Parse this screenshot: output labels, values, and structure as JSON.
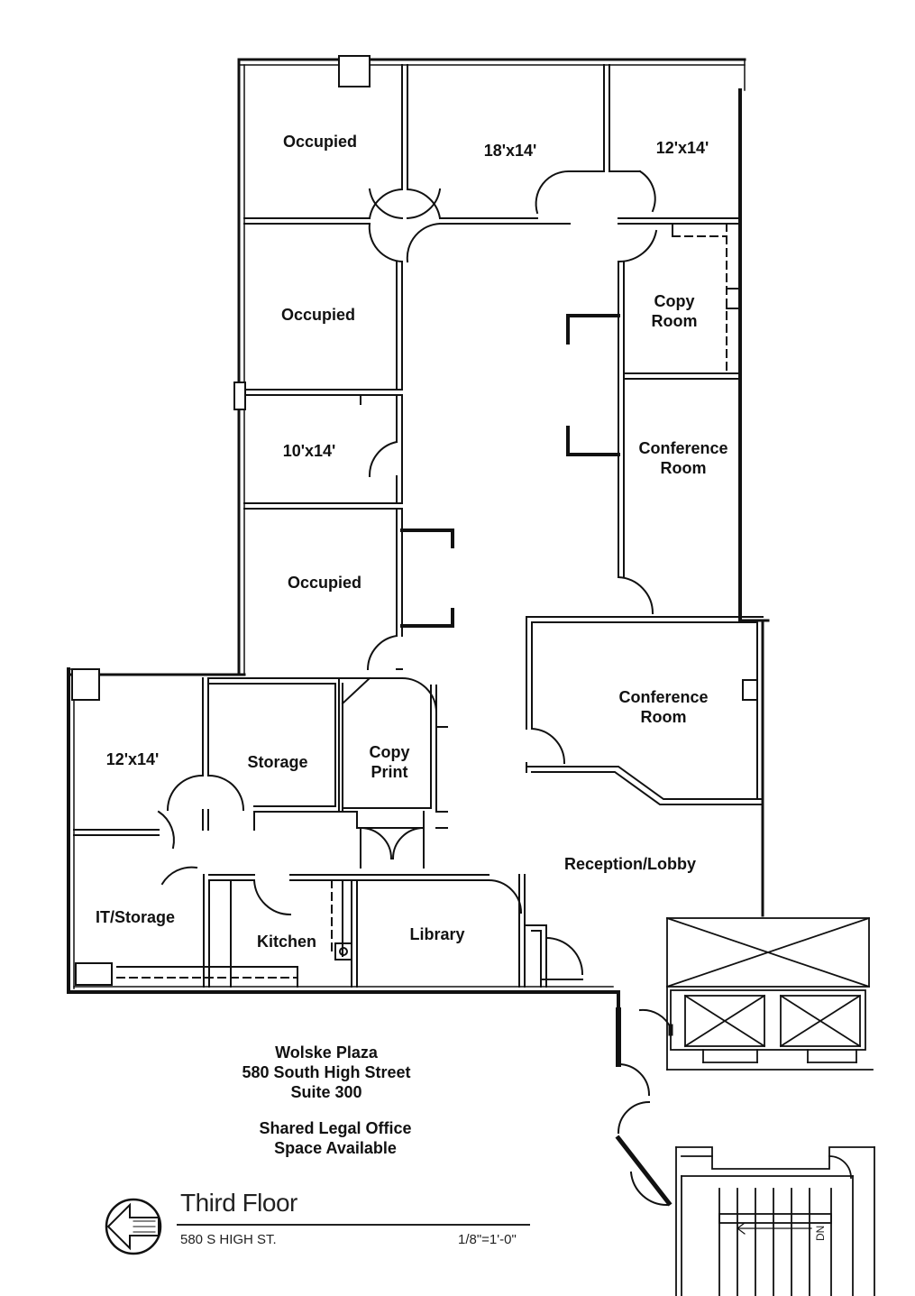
{
  "rooms": {
    "occupied_1": "Occupied",
    "office_18x14": "18'x14'",
    "office_12x14_top": "12'x14'",
    "occupied_2": "Occupied",
    "copy_room_line1": "Copy",
    "copy_room_line2": "Room",
    "office_10x14": "10'x14'",
    "conference_1_line1": "Conference",
    "conference_1_line2": "Room",
    "occupied_3": "Occupied",
    "conference_2_line1": "Conference",
    "conference_2_line2": "Room",
    "office_12x14_left": "12'x14'",
    "storage": "Storage",
    "copy_print_line1": "Copy",
    "copy_print_line2": "Print",
    "reception": "Reception/Lobby",
    "it_storage": "IT/Storage",
    "kitchen": "Kitchen",
    "library": "Library"
  },
  "info": {
    "building": "Wolske Plaza",
    "address": "580 South High Street",
    "suite": "Suite 300",
    "offer_line1": "Shared Legal Office",
    "offer_line2": "Space Available"
  },
  "title_block": {
    "floor": "Third Floor",
    "street": "580 S HIGH ST.",
    "scale": "1/8\"=1'-0\"",
    "stair_marker": "DN",
    "north_icon": "north-arrow-icon"
  }
}
